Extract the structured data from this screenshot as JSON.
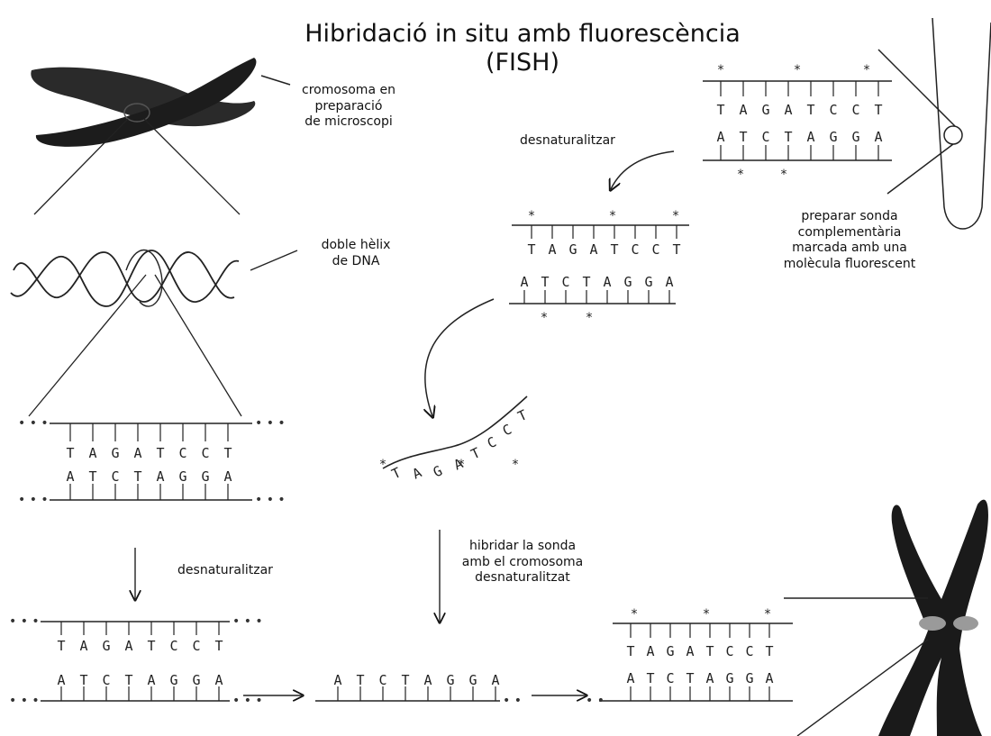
{
  "title": {
    "line1": "Hibridació in situ amb fluorescència",
    "line2": "(FISH)"
  },
  "labels": {
    "chromosome_prep": [
      "cromosoma en",
      "preparació",
      "de microscopi"
    ],
    "double_helix": [
      "doble hèlix",
      "de DNA"
    ],
    "denature_top": "desnaturalitzar",
    "denature_left": "desnaturalitzar",
    "probe_prep": [
      "preparar sonda",
      "complementària",
      "marcada amb una",
      "molècula fluorescent"
    ],
    "hybridize": [
      "hibridar la sonda",
      "amb el cromosoma",
      "desnaturalitzat"
    ]
  },
  "sequences": {
    "top_strand": [
      "T",
      "A",
      "G",
      "A",
      "T",
      "C",
      "C",
      "T"
    ],
    "bottom_strand": [
      "A",
      "T",
      "C",
      "T",
      "A",
      "G",
      "G",
      "A"
    ],
    "probe_curve": [
      "T",
      "A",
      "G",
      "A",
      "T",
      "C",
      "C",
      "T"
    ]
  },
  "marker_symbol": "*",
  "colors": {
    "ink": "#111111",
    "chromosome": "#1a1a1a",
    "fluor_mark": "#9a9a9a"
  }
}
